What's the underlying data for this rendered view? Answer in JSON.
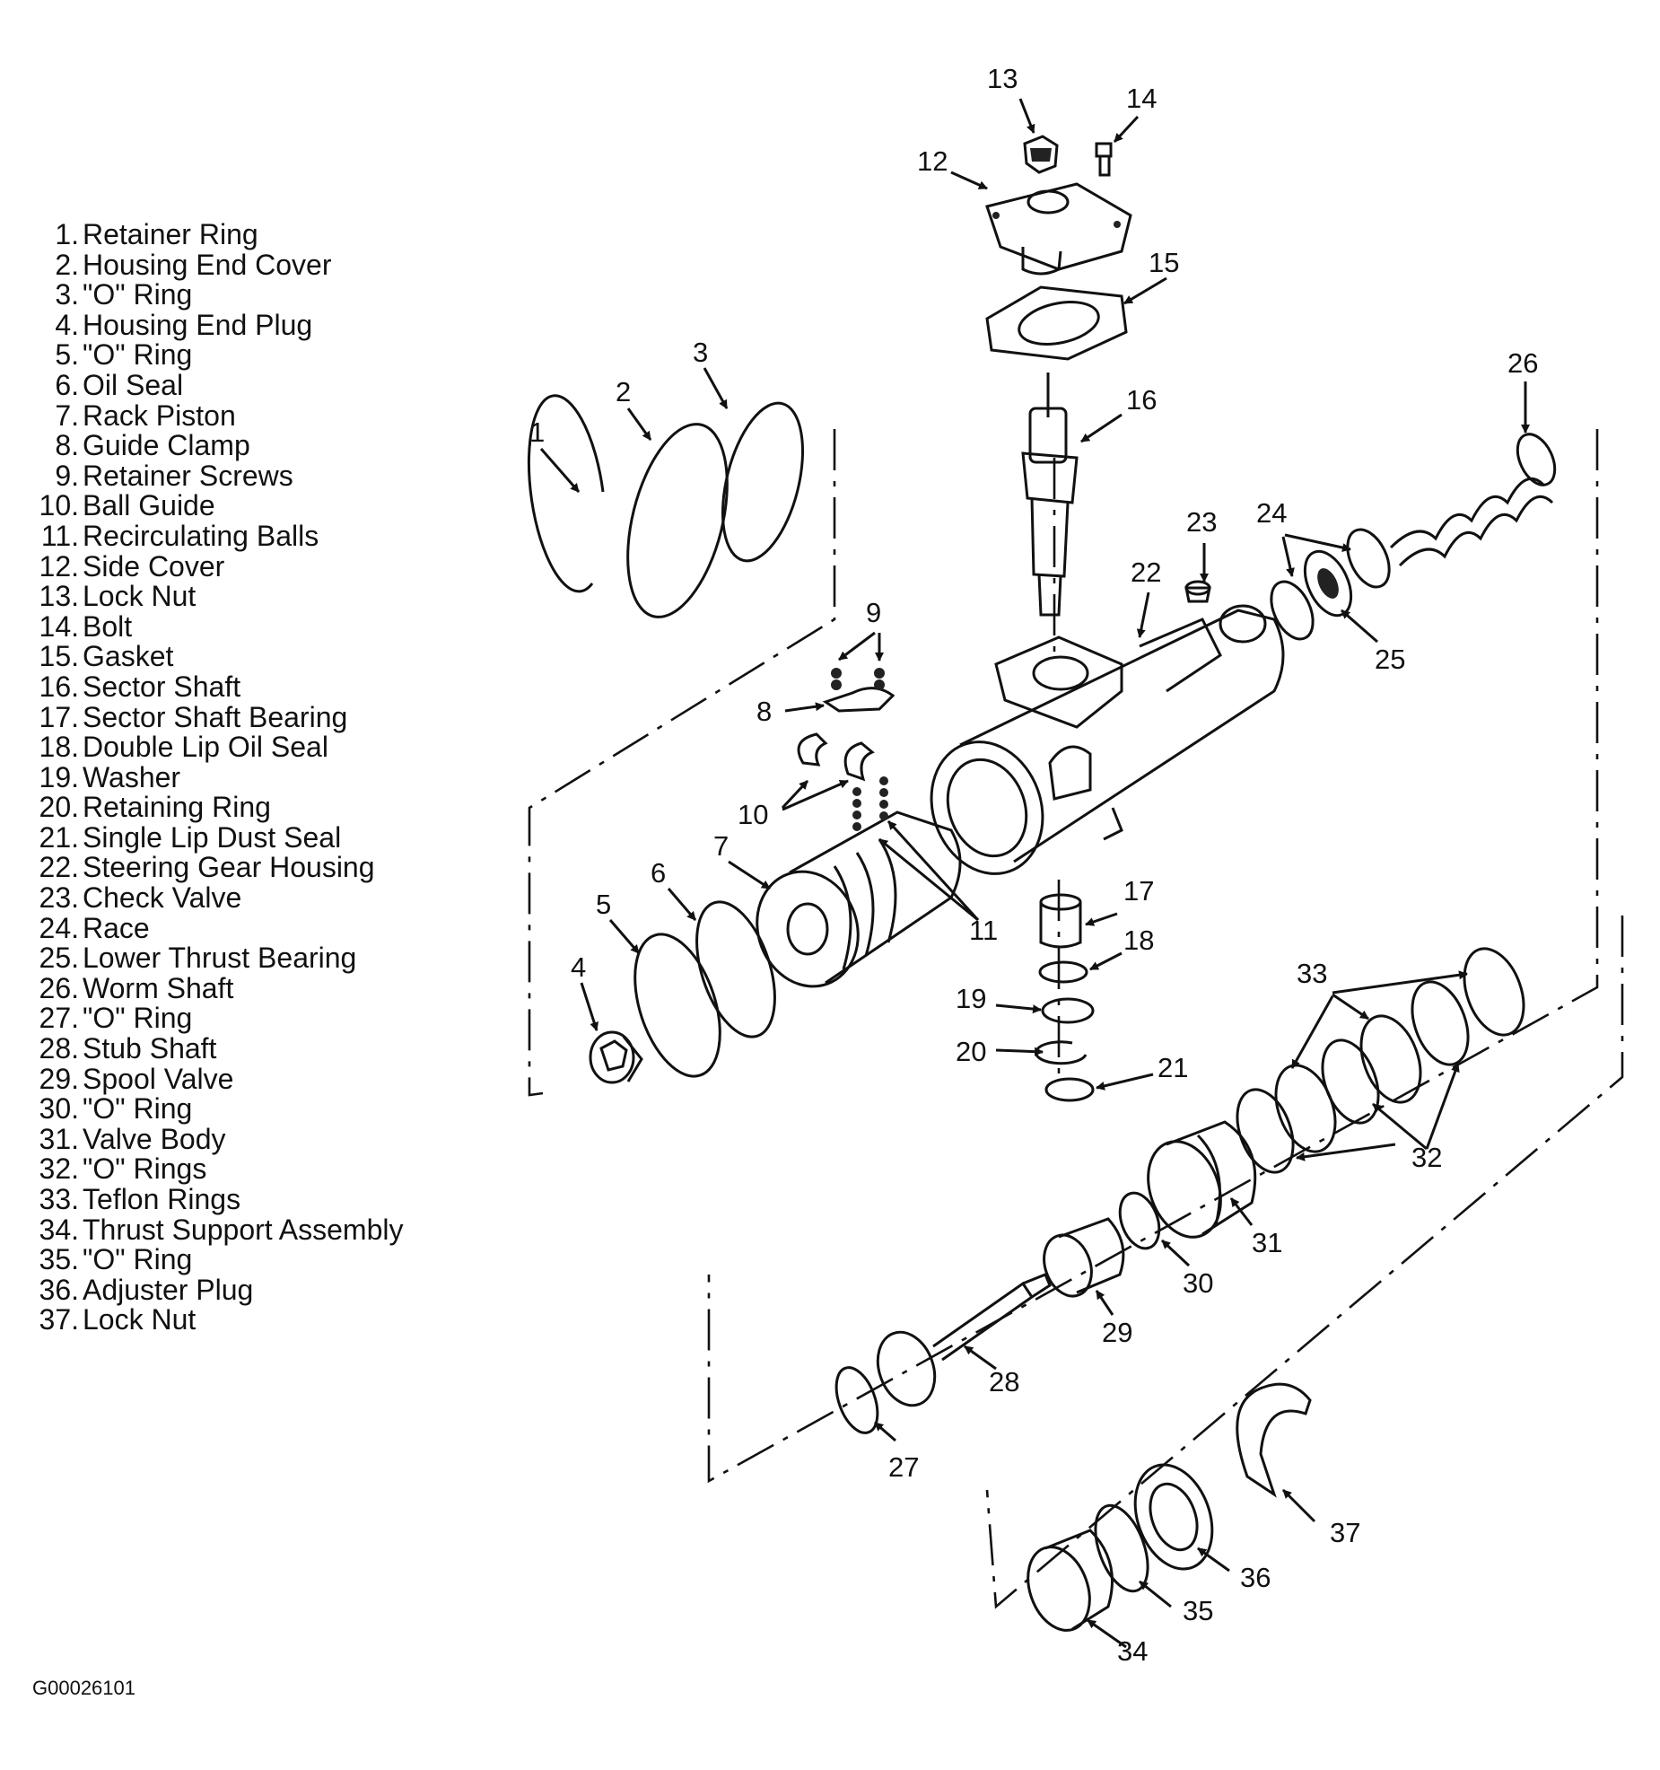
{
  "figure_code": "G00026101",
  "parts": [
    {
      "num": "1.",
      "name": "Retainer Ring"
    },
    {
      "num": "2.",
      "name": "Housing End Cover"
    },
    {
      "num": "3.",
      "name": "\"O\" Ring"
    },
    {
      "num": "4.",
      "name": "Housing End Plug"
    },
    {
      "num": "5.",
      "name": "\"O\" Ring"
    },
    {
      "num": "6.",
      "name": "Oil Seal"
    },
    {
      "num": "7.",
      "name": "Rack Piston"
    },
    {
      "num": "8.",
      "name": "Guide Clamp"
    },
    {
      "num": "9.",
      "name": "Retainer Screws"
    },
    {
      "num": "10.",
      "name": "Ball Guide"
    },
    {
      "num": "11.",
      "name": "Recirculating Balls"
    },
    {
      "num": "12.",
      "name": "Side Cover"
    },
    {
      "num": "13.",
      "name": "Lock Nut"
    },
    {
      "num": "14.",
      "name": "Bolt"
    },
    {
      "num": "15.",
      "name": "Gasket"
    },
    {
      "num": "16.",
      "name": "Sector Shaft"
    },
    {
      "num": "17.",
      "name": "Sector Shaft Bearing"
    },
    {
      "num": "18.",
      "name": "Double Lip Oil Seal"
    },
    {
      "num": "19.",
      "name": "Washer"
    },
    {
      "num": "20.",
      "name": "Retaining Ring"
    },
    {
      "num": "21.",
      "name": "Single Lip Dust Seal"
    },
    {
      "num": "22.",
      "name": "Steering Gear Housing"
    },
    {
      "num": "23.",
      "name": "Check Valve"
    },
    {
      "num": "24.",
      "name": "Race"
    },
    {
      "num": "25.",
      "name": "Lower Thrust Bearing"
    },
    {
      "num": "26.",
      "name": "Worm Shaft"
    },
    {
      "num": "27.",
      "name": "\"O\" Ring"
    },
    {
      "num": "28.",
      "name": "Stub Shaft"
    },
    {
      "num": "29.",
      "name": "Spool Valve"
    },
    {
      "num": "30.",
      "name": "\"O\" Ring"
    },
    {
      "num": "31.",
      "name": "Valve Body"
    },
    {
      "num": "32.",
      "name": "\"O\" Rings"
    },
    {
      "num": "33.",
      "name": "Teflon Rings"
    },
    {
      "num": "34.",
      "name": "Thrust Support Assembly"
    },
    {
      "num": "35.",
      "name": "\"O\" Ring"
    },
    {
      "num": "36.",
      "name": "Adjuster Plug"
    },
    {
      "num": "37.",
      "name": "Lock Nut"
    }
  ],
  "callouts": [
    "1",
    "2",
    "3",
    "4",
    "5",
    "6",
    "7",
    "8",
    "9",
    "10",
    "11",
    "12",
    "13",
    "14",
    "15",
    "16",
    "17",
    "18",
    "19",
    "20",
    "21",
    "22",
    "23",
    "24",
    "25",
    "26",
    "27",
    "28",
    "29",
    "30",
    "31",
    "32",
    "33",
    "34",
    "35",
    "36",
    "37"
  ]
}
